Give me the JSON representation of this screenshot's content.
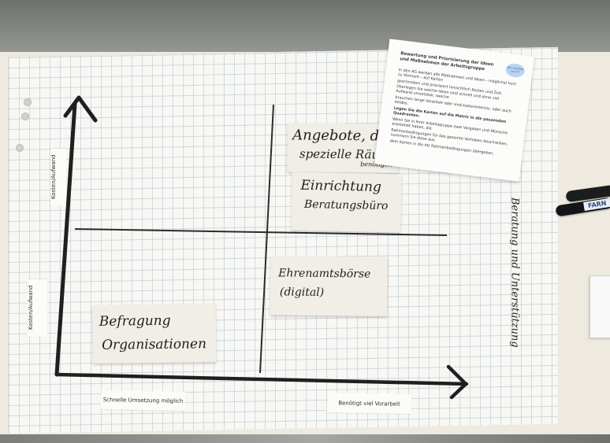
{
  "axes": {
    "y_top_label": "Kosten/Aufwand",
    "y_bottom_label": "Kosten/Aufwand",
    "x_left_label": "Schnelle Umsetzung möglich",
    "x_right_label": "Benötigt viel Vorarbeit"
  },
  "sticky_notes": [
    {
      "line1": "Angebote, die",
      "line2": "spezielle Räume",
      "line3": "benötigen"
    },
    {
      "line1": "Einrichtung",
      "line2": "Beratungsbüro"
    },
    {
      "line1": "Ehrenamtsbörse",
      "line2": "(digital)"
    },
    {
      "line1": "Befragung",
      "line2": "Organisationen"
    }
  ],
  "category_label": "Beratung und Unterstützung",
  "instruction_doc": {
    "title": "Bewertung und Priorisierung der Ideen und Maßnahmen der Arbeitsgruppe",
    "logo_text": "Wir machen uns fit",
    "lines": [
      "In den AG werden alle Maßnahmen und Ideen – möglichst kurz zu Vermerk – auf Karten",
      "geschrieben und priorisiert hinsichtlich Kosten und Zeit.",
      "Überlegen Sie welche Ideen sind schnell und ohne viel Aufwand umsetzbar, welche",
      "brauchen lange Vorarbeit oder sind kostenintensiv, oder auch beides.",
      "Legen Sie die Karten auf die Matrix in die passenden Quadranten.",
      "Wenn Sie in Ihrer Arbeitsgruppe zwei Vorgaben und Wünsche erarbeitet haben, die",
      "Rahmenbedingungen für das gesamte Vorhaben beschreiben, nummern Sie diese aus",
      "dem Karten in die AG Rahmenbedingungen übergeben."
    ]
  },
  "marker_label": "FARN"
}
